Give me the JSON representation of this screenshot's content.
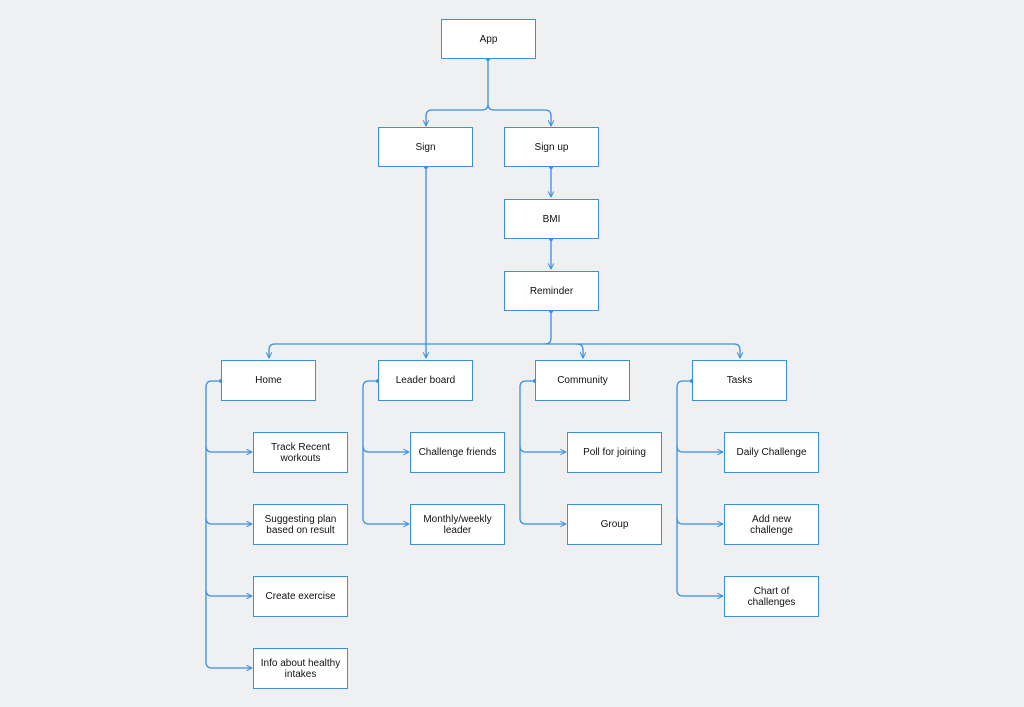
{
  "diagram": {
    "line_color": "#3b8fe0",
    "box_border_color": "#3b8fe0",
    "box_fill_color": "#ffffff",
    "background_color": "#eff0f2",
    "nodes": {
      "app": "App",
      "sign": "Sign",
      "signup": "Sign up",
      "bmi": "BMI",
      "reminder": "Reminder",
      "home": "Home",
      "leaderboard": "Leader board",
      "community": "Community",
      "tasks": "Tasks",
      "track_recent": "Track Recent workouts",
      "suggesting_plan": "Suggesting plan based on result",
      "create_exercise": "Create exercise",
      "info_healthy": "Info about healthy intakes",
      "challenge_friends": "Challenge friends",
      "monthly_weekly": "Monthly/weekly leader",
      "poll_joining": "Poll for joining",
      "group": "Group",
      "daily_challenge": "Daily Challenge",
      "add_challenge": "Add new challenge",
      "chart_challenges": "Chart of challenges"
    }
  }
}
